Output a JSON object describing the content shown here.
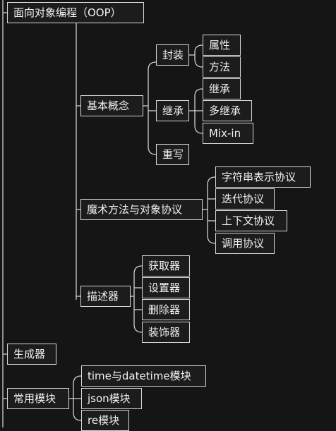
{
  "nodes": {
    "oop": "面向对象编程（OOP）",
    "basic": "基本概念",
    "encapsulation": "封装",
    "attribute": "属性",
    "method": "方法",
    "inheritance": "继承",
    "inherit_sub": "继承",
    "multi_inherit": "多继承",
    "mixin": "Mix-in",
    "override": "重写",
    "magic": "魔术方法与对象协议",
    "str_protocol": "字符串表示协议",
    "iter_protocol": "迭代协议",
    "context_protocol": "上下文协议",
    "call_protocol": "调用协议",
    "descriptor": "描述器",
    "getter": "获取器",
    "setter": "设置器",
    "deleter": "删除器",
    "decorator": "装饰器",
    "generator": "生成器",
    "common_modules": "常用模块",
    "time_module": "time与datetime模块",
    "json_module": "json模块",
    "re_module": "re模块"
  }
}
